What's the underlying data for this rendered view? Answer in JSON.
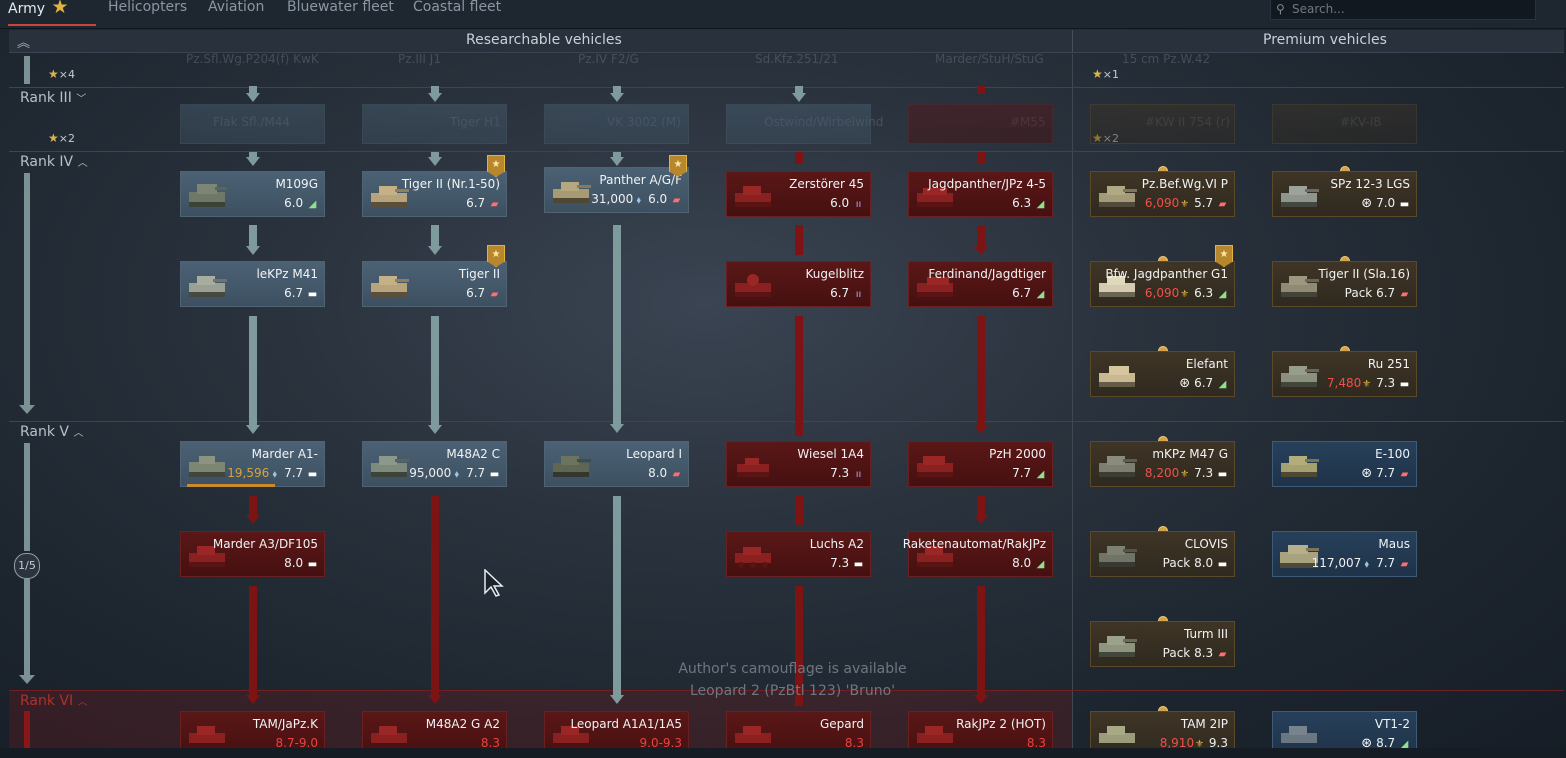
{
  "tabs": {
    "army": "Army",
    "helicopters": "Helicopters",
    "aviation": "Aviation",
    "bluewater": "Bluewater fleet",
    "coastal": "Coastal fleet"
  },
  "search": {
    "placeholder": "Search..."
  },
  "header": {
    "researchable": "Researchable vehicles",
    "premium": "Premium vehicles"
  },
  "ranks": {
    "r3": "Rank III",
    "r4": "Rank IV",
    "r5": "Rank V",
    "r6": "Rank VI"
  },
  "rank_star_counts": {
    "left_top": "×4",
    "left_mid": "×2",
    "right_top": "×1",
    "right_mid": "×2"
  },
  "pager": "1/5",
  "ghost_row1": [
    "Pz.Sfl.Wg.P204(f) KwK",
    "Pz.III J1",
    "Pz.IV F2/G",
    "Sd.Kfz.251/21",
    "Marder/StuH/StuG",
    "15 cm Pz.W.42"
  ],
  "ghost_row2": [
    "Flak Sfl./M44",
    "Tiger H1",
    "VK 3002 (M)",
    "Ostwind/Wirbelwind",
    "#M55",
    "#KW II 754 (r)",
    "#KV-IB"
  ],
  "watermark": {
    "line1": "Author's camouflage is available",
    "line2": "Leopard 2 (PzBtl 123) 'Bruno'"
  },
  "cards": {
    "m109g": {
      "name": "M109G",
      "br": "6.0"
    },
    "tiger2_1": {
      "name": "Tiger II (Nr.1-50)",
      "br": "6.7"
    },
    "panther": {
      "name": "Panther A/G/F",
      "cost": "31,000",
      "br": "6.0"
    },
    "zerstorer": {
      "name": "Zerstörer 45",
      "br": "6.0"
    },
    "jagdpanther": {
      "name": "Jagdpanther/JPz 4-5",
      "br": "6.3"
    },
    "lekpz": {
      "name": "leKPz M41",
      "br": "6.7"
    },
    "tiger2": {
      "name": "Tiger II",
      "br": "6.7"
    },
    "kugelblitz": {
      "name": "Kugelblitz",
      "br": "6.7"
    },
    "ferdinand": {
      "name": "Ferdinand/Jagdtiger",
      "br": "6.7"
    },
    "marder_a1": {
      "name": "Marder A1-",
      "cost": "19,596",
      "br": "7.7"
    },
    "m48a2c": {
      "name": "M48A2 C",
      "cost": "95,000",
      "br": "7.7"
    },
    "leopard1": {
      "name": "Leopard I",
      "br": "8.0"
    },
    "wiesel": {
      "name": "Wiesel 1A4",
      "br": "7.3"
    },
    "pzh2000": {
      "name": "PzH 2000",
      "br": "7.7"
    },
    "marder_a3": {
      "name": "Marder A3/DF105",
      "br": "8.0"
    },
    "luchs": {
      "name": "Luchs A2",
      "br": "7.3"
    },
    "raketen": {
      "name": "Raketenautomat/RakJPz",
      "br": "8.0"
    },
    "tam": {
      "name": "TAM/JaPz.K",
      "br": "8.7-9.0"
    },
    "m48a2g": {
      "name": "M48A2 G A2",
      "br": "8.3"
    },
    "leopard_a1a1": {
      "name": "Leopard A1A1/1A5",
      "br": "9.0-9.3"
    },
    "gepard": {
      "name": "Gepard",
      "br": "8.3"
    },
    "rakjpz2": {
      "name": "RakJPz 2 (HOT)",
      "br": "8.3"
    },
    "p_pzbef": {
      "name": "Pz.Bef.Wg.VI P",
      "cost": "6,090",
      "br": "5.7"
    },
    "p_spz": {
      "name": "SPz 12-3 LGS",
      "br": "7.0"
    },
    "p_bfw": {
      "name": "Bfw. Jagdpanther G1",
      "cost": "6,090",
      "br": "6.3"
    },
    "p_tiger_sla": {
      "name": "Tiger II (Sla.16)",
      "pack": "Pack",
      "br": "6.7"
    },
    "p_elefant": {
      "name": "Elefant",
      "br": "6.7"
    },
    "p_ru251": {
      "name": "Ru 251",
      "cost": "7,480",
      "br": "7.3"
    },
    "p_mkpz": {
      "name": "mKPz M47 G",
      "cost": "8,200",
      "br": "7.3"
    },
    "p_e100": {
      "name": "E-100",
      "br": "7.7"
    },
    "p_clovis": {
      "name": "CLOVIS",
      "pack": "Pack",
      "br": "8.0"
    },
    "p_maus": {
      "name": "Maus",
      "cost": "117,007",
      "br": "7.7"
    },
    "p_turm": {
      "name": "Turm III",
      "pack": "Pack",
      "br": "8.3"
    },
    "p_tam2ip": {
      "name": "TAM 2IP",
      "cost": "8,910",
      "br": "9.3"
    },
    "p_vt12": {
      "name": "VT1-2",
      "br": "8.7"
    }
  },
  "icons": {
    "star": "★",
    "ge": "⊛",
    "gold": "⚜",
    "rp": "⬧"
  },
  "colors": {
    "accent_red": "#c7453a",
    "gold": "#e1b341",
    "locked_red": "#7c1414",
    "research_line": "#7f9a9c"
  }
}
